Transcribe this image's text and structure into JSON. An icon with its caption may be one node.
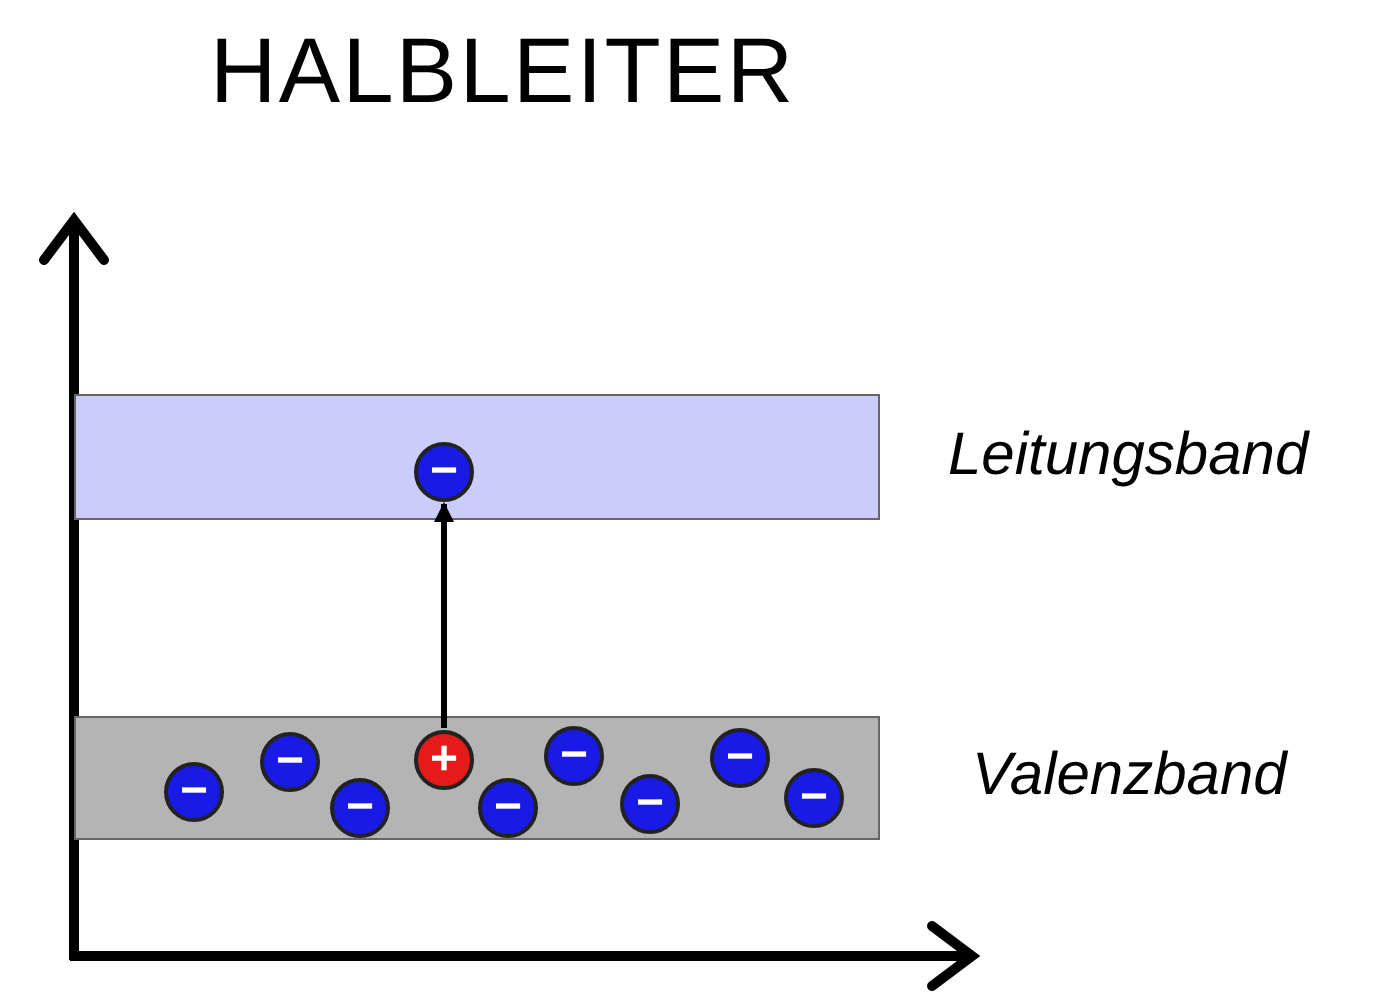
{
  "diagram": {
    "title": "HALBLEITER",
    "nodes": [
      {
        "text": [
          "Leitungsband"
        ]
      },
      {
        "text": [
          "−"
        ],
        "in": 0
      },
      {
        "text": [
          "Valenzband"
        ]
      },
      {
        "text": [
          "−"
        ],
        "in": 2
      },
      {
        "text": [
          "−"
        ],
        "in": 2
      },
      {
        "text": [
          "−"
        ],
        "in": 2
      },
      {
        "text": [
          "+"
        ],
        "in": 2
      },
      {
        "text": [
          "−"
        ],
        "in": 2
      },
      {
        "text": [
          "−"
        ],
        "in": 2
      },
      {
        "text": [
          "−"
        ],
        "in": 2
      },
      {
        "text": [
          "−"
        ],
        "in": 2
      },
      {
        "text": [
          "−"
        ],
        "in": 2
      }
    ],
    "edges": [
      {
        "from": 6,
        "to": 1,
        "arrow": "to"
      }
    ]
  }
}
